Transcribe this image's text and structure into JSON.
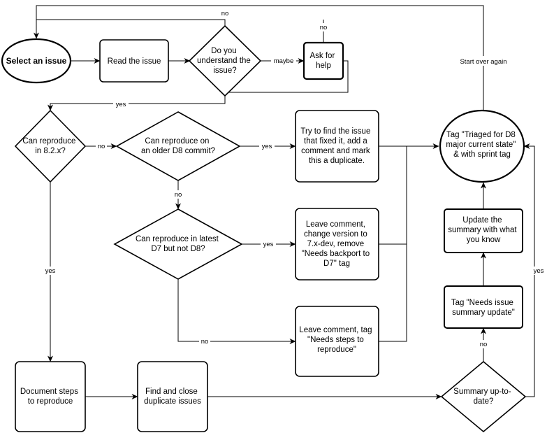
{
  "nodes": {
    "select_issue": {
      "label": [
        "Select an issue"
      ]
    },
    "read_issue": {
      "label": [
        "Read the issue"
      ]
    },
    "understand": {
      "label": [
        "Do you",
        "understand the",
        "issue?"
      ]
    },
    "ask_help": {
      "label": [
        "Ask for",
        "help"
      ]
    },
    "can_reproduce": {
      "label": [
        "Can reproduce",
        "in 8.2.x?"
      ]
    },
    "older_commit": {
      "label": [
        "Can reproduce on",
        "an older D8 commit?"
      ]
    },
    "find_fixed": {
      "label": [
        "Try to find the issue",
        "that fixed it, add a",
        "comment and mark",
        "this a duplicate."
      ]
    },
    "latest_d7": {
      "label": [
        "Can reproduce in latest",
        "D7 but not D8?"
      ]
    },
    "leave_comment_version": {
      "label": [
        "Leave comment,",
        "change version to",
        "7.x-dev, remove",
        "\"Needs backport to",
        "D7\" tag"
      ]
    },
    "leave_comment_steps": {
      "label": [
        "Leave comment, tag",
        "\"Needs steps to",
        "reproduce\""
      ]
    },
    "document_steps": {
      "label": [
        "Document steps",
        "to reproduce"
      ]
    },
    "find_duplicates": {
      "label": [
        "Find and close",
        "duplicate issues"
      ]
    },
    "summary_uptodate": {
      "label": [
        "Summary up-to-",
        "date?"
      ]
    },
    "tag_needs_summary": {
      "label": [
        "Tag \"Needs issue",
        "summary update\""
      ]
    },
    "update_summary": {
      "label": [
        "Update the",
        "summary with what",
        "you know"
      ]
    },
    "tag_triaged": {
      "label": [
        "Tag \"Triaged for D8",
        "major current state\"",
        "& with sprint tag"
      ]
    }
  },
  "edges": [
    {
      "id": "select-to-read",
      "label": ""
    },
    {
      "id": "read-to-understand",
      "label": ""
    },
    {
      "id": "understand-to-askhelp",
      "label": "maybe"
    },
    {
      "id": "understand-to-select",
      "label": "no"
    },
    {
      "id": "askhelp-to-select",
      "label": "no"
    },
    {
      "id": "askhelp-to-reproduce",
      "label": ""
    },
    {
      "id": "understand-to-reproduce",
      "label": "yes"
    },
    {
      "id": "reproduce-to-older",
      "label": "no"
    },
    {
      "id": "reproduce-to-document",
      "label": "yes"
    },
    {
      "id": "older-to-findfixed",
      "label": "yes"
    },
    {
      "id": "older-to-latestd7",
      "label": "no"
    },
    {
      "id": "latestd7-to-comment",
      "label": "yes"
    },
    {
      "id": "latestd7-to-steps",
      "label": "no"
    },
    {
      "id": "findfixed-to-triaged",
      "label": ""
    },
    {
      "id": "comment-to-triaged",
      "label": ""
    },
    {
      "id": "steps-to-triaged",
      "label": ""
    },
    {
      "id": "document-to-duplicates",
      "label": ""
    },
    {
      "id": "duplicates-to-summary",
      "label": ""
    },
    {
      "id": "summary-to-tagneeds",
      "label": "no"
    },
    {
      "id": "summary-to-triaged",
      "label": "yes"
    },
    {
      "id": "tagneeds-to-update",
      "label": ""
    },
    {
      "id": "update-to-triaged",
      "label": ""
    },
    {
      "id": "triaged-to-select",
      "label": "Start over again"
    }
  ]
}
